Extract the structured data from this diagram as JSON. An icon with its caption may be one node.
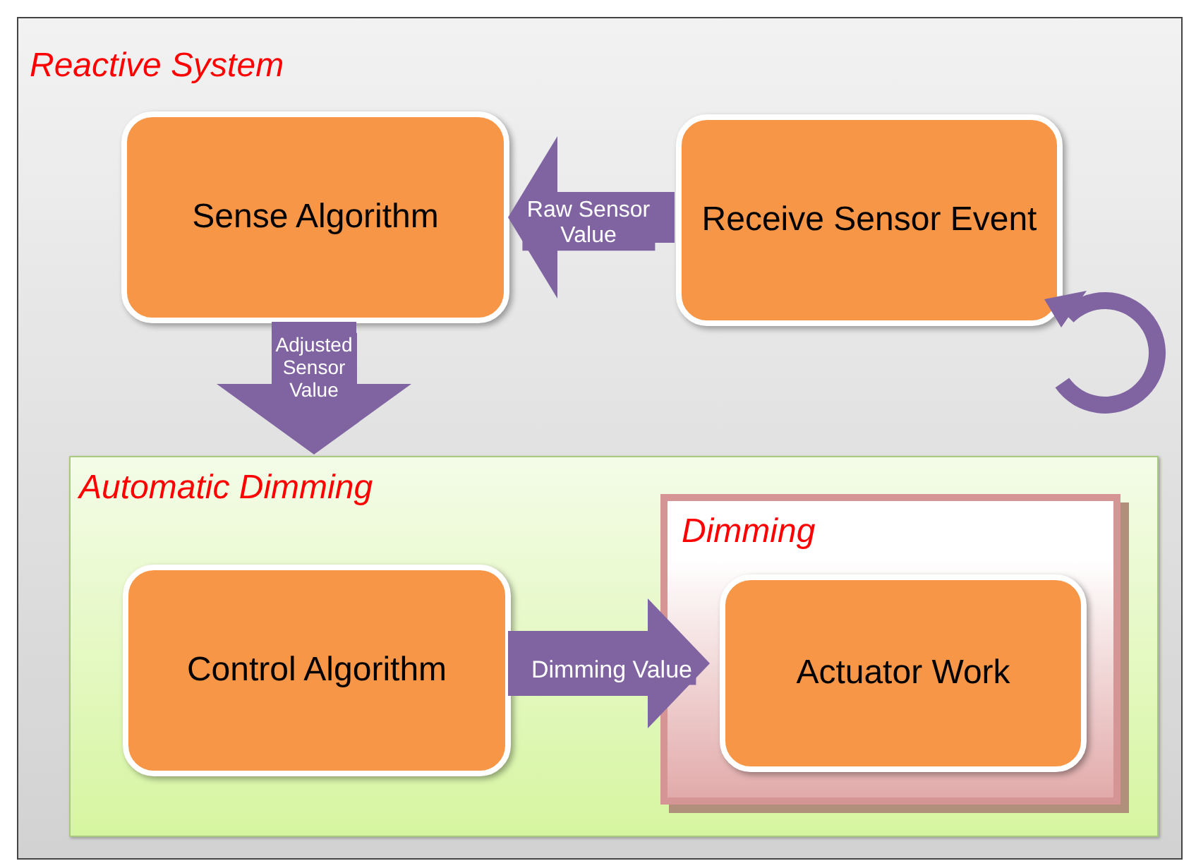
{
  "diagram": {
    "nodes": [
      {
        "text": [
          "Reactive System"
        ]
      },
      {
        "text": [
          "Sense Algorithm"
        ],
        "in": 0
      },
      {
        "text": [
          "Receive Sensor Event"
        ],
        "in": 0
      },
      {
        "text": [
          "Automatic Dimming"
        ],
        "in": 0
      },
      {
        "text": [
          "Control Algorithm"
        ],
        "in": 3
      },
      {
        "text": [
          "Dimming"
        ],
        "in": 3
      },
      {
        "text": [
          "Actuator Work"
        ],
        "in": 5
      }
    ],
    "edges": [
      {
        "from": 2,
        "to": 1,
        "arrow": "to",
        "label": "Raw Sensor Value"
      },
      {
        "from": 1,
        "to": 3,
        "arrow": "to",
        "label": "Adjusted Sensor Value"
      },
      {
        "from": 4,
        "to": 6,
        "arrow": "to",
        "label": "Dimming Value"
      }
    ]
  }
}
